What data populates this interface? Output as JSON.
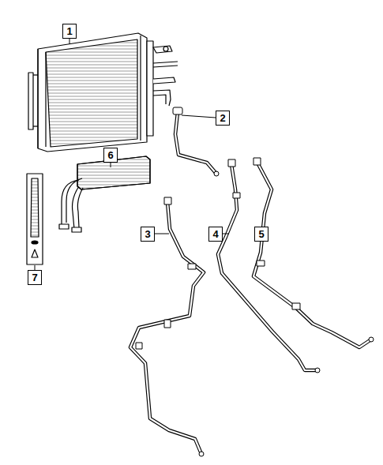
{
  "diagram": {
    "nodes": [
      {
        "text": [
          "1"
        ]
      },
      {
        "text": [
          "2"
        ]
      },
      {
        "text": [
          "6"
        ]
      },
      {
        "text": [
          "3"
        ]
      },
      {
        "text": [
          "4"
        ]
      },
      {
        "text": [
          "5"
        ]
      },
      {
        "text": [
          "7"
        ]
      }
    ]
  }
}
